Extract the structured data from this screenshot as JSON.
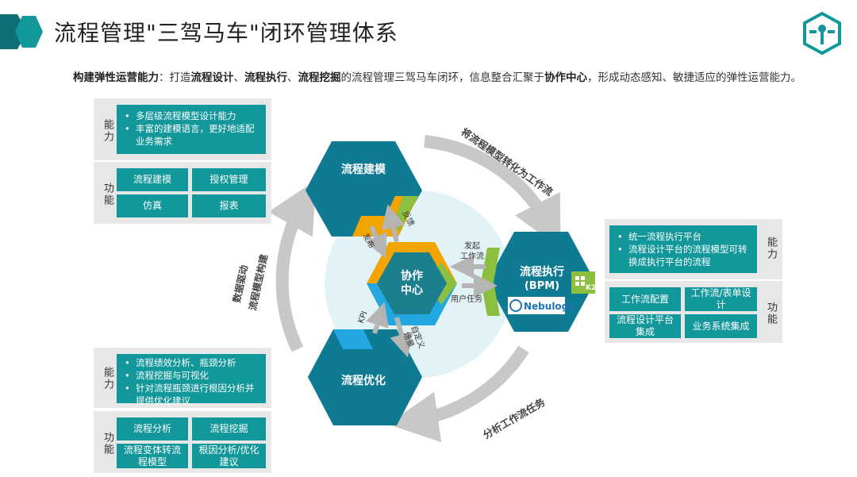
{
  "header": {
    "title": "流程管理\"三驾马车\"闭环管理体系",
    "subtitle_parts": [
      {
        "text": "构建弹性运营能力",
        "bold": true
      },
      {
        "text": "：打造",
        "bold": false
      },
      {
        "text": "流程设计",
        "bold": true
      },
      {
        "text": "、",
        "bold": false
      },
      {
        "text": "流程执行",
        "bold": true
      },
      {
        "text": "、",
        "bold": false
      },
      {
        "text": "流程挖掘",
        "bold": true
      },
      {
        "text": "的流程管理三驾马车闭环，信息整合汇聚于",
        "bold": false
      },
      {
        "text": "协作中心",
        "bold": true
      },
      {
        "text": "，形成动态感知、敏捷适应的弹性运营能力。",
        "bold": false
      }
    ]
  },
  "colors": {
    "teal": "#12979a",
    "hex_dark": "#0f7b93",
    "hex_center": "#1c7f8e",
    "blue_ring": "#22a7e0",
    "orange_ring": "#f2a400",
    "green_ring": "#8cbf3f",
    "panel_gray": "#e7e7e7",
    "arrow_gray": "#c8c8c8",
    "circle_fill": "#e2f3f8"
  },
  "top_left": {
    "capability_label": "能力",
    "capabilities": [
      "多层级流程模型设计能力",
      "丰富的建模语言，更好地适配业务需求"
    ],
    "function_label": "功能",
    "functions": [
      "流程建模",
      "授权管理",
      "仿真",
      "报表"
    ]
  },
  "right": {
    "capability_label": "能力",
    "capabilities": [
      "统一流程执行平台",
      "流程设计平台的流程模型可转换成执行平台的流程"
    ],
    "function_label": "功能",
    "functions": [
      "工作流配置",
      "工作流/表单设计",
      "流程设计平台集成",
      "业务系统集成"
    ]
  },
  "bottom_left": {
    "capability_label": "能力",
    "capabilities": [
      "流程绩效分析、瓶颈分析",
      "流程挖掘与可视化",
      "针对流程瓶颈进行根因分析并提供优化建议"
    ],
    "function_label": "功能",
    "functions": [
      "流程分析",
      "流程挖掘",
      "流程变体转流程模型",
      "根因分析/优化建议"
    ]
  },
  "hexagons": {
    "modeling": "流程建模",
    "execution_line1": "流程执行",
    "execution_line2": "(BPM)",
    "optimization": "流程优化",
    "center_line1": "协作",
    "center_line2": "中心"
  },
  "badges": {
    "k2": "K2",
    "nebulogy": "Nebulogy"
  },
  "inner_labels": {
    "feedback": "反馈",
    "publish": "发布",
    "initiate_line1": "发起",
    "initiate_line2": "工作流",
    "user_task": "用户任务",
    "kpi": "KPI",
    "custom_line1": "自定义",
    "custom_line2": "场景"
  },
  "outer_labels": {
    "top_right_arc": "将流程模型转化为工作流",
    "bottom_arc": "分析工作流任务",
    "left_arc_line1": "数据驱动",
    "left_arc_line2": "流程模型构建"
  }
}
